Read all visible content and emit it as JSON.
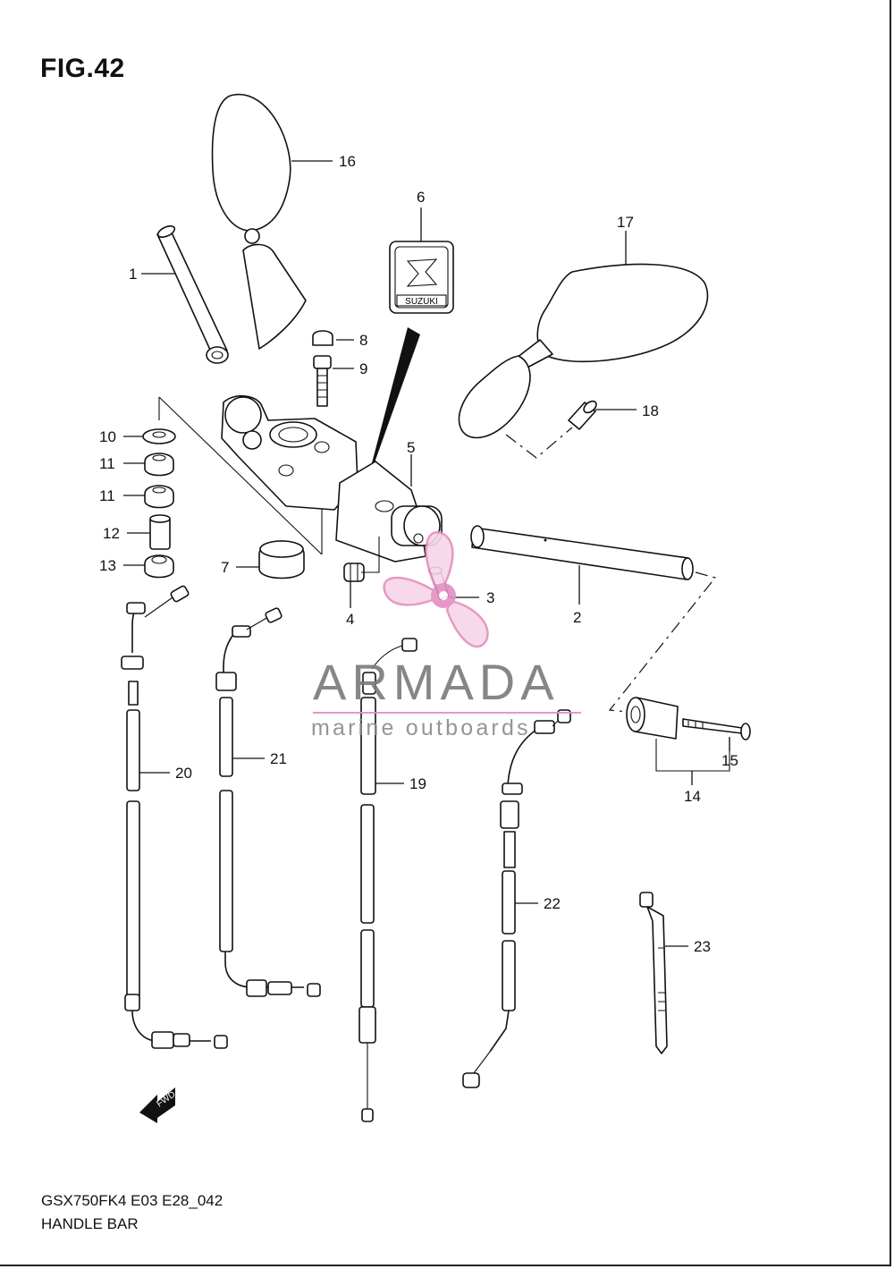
{
  "figure": {
    "title": "FIG.42"
  },
  "footer": {
    "model_code": "GSX750FK4 E03 E28_042",
    "section_name": "HANDLE BAR"
  },
  "watermark": {
    "brand": "ARMADA",
    "tagline": "marine outboards",
    "accent_color": "#e48fc0"
  },
  "badge": {
    "text": "SUZUKI"
  },
  "direction_marker": {
    "text": "FWD"
  },
  "parts": [
    {
      "number": "1"
    },
    {
      "number": "2"
    },
    {
      "number": "3"
    },
    {
      "number": "4"
    },
    {
      "number": "5"
    },
    {
      "number": "6"
    },
    {
      "number": "7"
    },
    {
      "number": "8"
    },
    {
      "number": "9"
    },
    {
      "number": "10"
    },
    {
      "number": "11"
    },
    {
      "number": "11"
    },
    {
      "number": "12"
    },
    {
      "number": "13"
    },
    {
      "number": "14"
    },
    {
      "number": "15"
    },
    {
      "number": "16"
    },
    {
      "number": "17"
    },
    {
      "number": "18"
    },
    {
      "number": "19"
    },
    {
      "number": "20"
    },
    {
      "number": "21"
    },
    {
      "number": "22"
    },
    {
      "number": "23"
    }
  ]
}
